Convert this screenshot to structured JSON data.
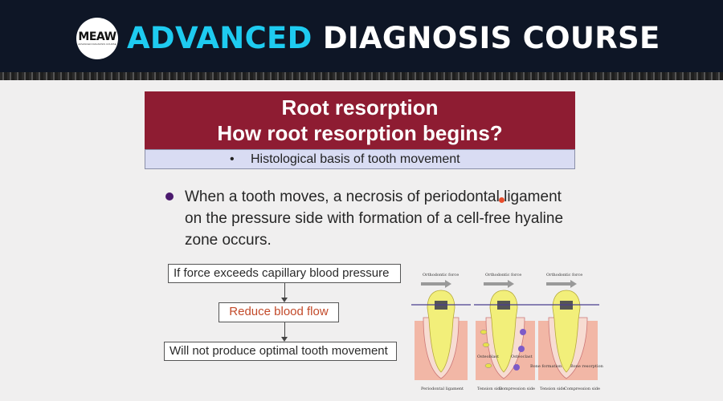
{
  "banner": {
    "logo_text": "MEAW",
    "logo_subtext": "ADVANCED DIAGNOSIS COURSE",
    "title_accent": "ADVANCED",
    "title_main": "DIAGNOSIS COURSE",
    "background_color": "#0e1626",
    "accent_color": "#1ecbf0"
  },
  "slide": {
    "title_line1": "Root resorption",
    "title_line2": "How root resorption begins?",
    "header_color": "#8e1c32",
    "subheader_bullet": "•",
    "subheader_text": "Histological basis of tooth movement",
    "main_bullet_text": "When a tooth moves, a necrosis of periodontal ligament on the pressure side with formation of a cell-free hyaline zone occurs.",
    "flowchart": [
      {
        "label": "If force exceeds capillary blood pressure"
      },
      {
        "label": "Reduce blood flow",
        "color": "#c34a2a"
      },
      {
        "label": "Will not produce optimal tooth movement"
      }
    ],
    "figure": {
      "force_label": "Orthodontic force",
      "panel1_caption": "Periodontal ligament",
      "panel2_captions": [
        "Tension side",
        "Compression side"
      ],
      "panel2_labels": [
        "Osteoblast",
        "Osteoclast"
      ],
      "panel3_captions": [
        "Tension side",
        "Compression side"
      ],
      "panel3_labels": [
        "Bone formation",
        "Bone resorption"
      ]
    }
  }
}
